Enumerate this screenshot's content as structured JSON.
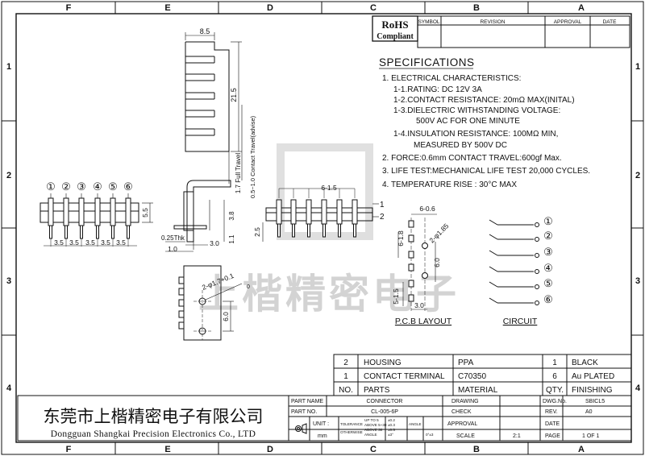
{
  "border": {
    "columns": [
      "F",
      "E",
      "D",
      "C",
      "B",
      "A"
    ],
    "rows": [
      "1",
      "2",
      "3",
      "4"
    ]
  },
  "revision": {
    "rohs": "RoHS",
    "compliant": "Compliant",
    "headers": [
      "SYMBOL",
      "REVISION",
      "APPROVAL",
      "DATE"
    ]
  },
  "specifications": {
    "title": "SPECIFICATIONS",
    "lines": [
      "1. ELECTRICAL CHARACTERISTICS:",
      "1-1.RATING: DC 12V 3A",
      "1-2.CONTACT RESISTANCE: 20mΩ MAX(INITAL)",
      "1-3.DIELECTRIC WITHSTANDING VOLTAGE:",
      "500V AC FOR ONE MINUTE",
      "1-4.INSULATION RESISTANCE: 100MΩ MIN,",
      "MEASURED BY 500V DC",
      "2. FORCE:0.6mm CONTACT TRAVEL:600gf Max.",
      "3. LIFE TEST:MECHANICAL LIFE TEST 20,000 CYCLES.",
      "4. TEMPERATURE RISE : 30°C MAX"
    ]
  },
  "dims": {
    "top_width": "8.5",
    "top_height": "21.5",
    "full_travel": "1.7 Full Travel",
    "contact_travel": "0.5~1.0 Contact Travel(advise)",
    "side_38": "3.8",
    "side_11": "1.1",
    "side_30": "3.0",
    "side_10": "1.0",
    "side_025": "0.25Thk",
    "front_55": "5.5",
    "pitch": "3.5",
    "front_pitch": "6-1.5",
    "front_25": "2.5",
    "front_1": "1",
    "front_2": "2",
    "bottom_hole": "2-φ1.7+0.1",
    "bottom_hole_tol": "0",
    "bottom_60": "6.0"
  },
  "pin_labels": [
    "①",
    "②",
    "③",
    "④",
    "⑤",
    "⑥"
  ],
  "pcb": {
    "title": "P.C.B LAYOUT",
    "d_top": "6-0.6",
    "d_left": "6-1.8",
    "d_hole": "2-φ1.85",
    "d_60": "6.0",
    "d_pitch": "5-1.5",
    "d_30": "3.0"
  },
  "circuit": {
    "title": "CIRCUIT",
    "labels": [
      "①",
      "②",
      "③",
      "④",
      "⑤",
      "⑥"
    ]
  },
  "watermark": "上楷精密电子",
  "bom": {
    "rows": [
      {
        "no": "2",
        "part": "HOUSING",
        "material": "PPA",
        "qty": "1",
        "finishing": "BLACK"
      },
      {
        "no": "1",
        "part": "CONTACT TERMINAL",
        "material": "C70350",
        "qty": "6",
        "finishing": "Au PLATED"
      }
    ],
    "header": {
      "no": "NO.",
      "part": "PARTS",
      "material": "MATERIAL",
      "qty": "QTY.",
      "finishing": "FINISHING"
    }
  },
  "titleblock": {
    "company_cn": "东莞市上楷精密电子有限公司",
    "company_en": "Dongguan Shangkai Precision Electronics Co., LTD",
    "part_name_label": "PART NAME",
    "part_name": "CONNECTOR",
    "part_no_label": "PART NO.",
    "part_no": "CL-005-6P",
    "unit_label": "UNIT :",
    "unit": "mm",
    "tolerance": "TOLERANCE",
    "otherwise": "OTHERWISE",
    "tol_rows": [
      "UP TO 5",
      "ABOVE 5~30",
      "ABOVE 30"
    ],
    "tol_vals": [
      "±0.2",
      "±0.3",
      "±0.5"
    ],
    "angle_row": "ANGLE",
    "angle_val": "±3°",
    "angle_label": "ANGLE",
    "angle_tol": "0°±3",
    "drawing": "DRAWING",
    "check": "CHECK",
    "approval": "APPROVAL",
    "scale_label": "SCALE",
    "scale": "2:1",
    "dwg_label": "DWG.No.",
    "dwg": "SBICL5",
    "rev_label": "REV.",
    "rev": "A0",
    "date_label": "DATE",
    "page_label": "PAGE",
    "page": "1 OF 1"
  }
}
